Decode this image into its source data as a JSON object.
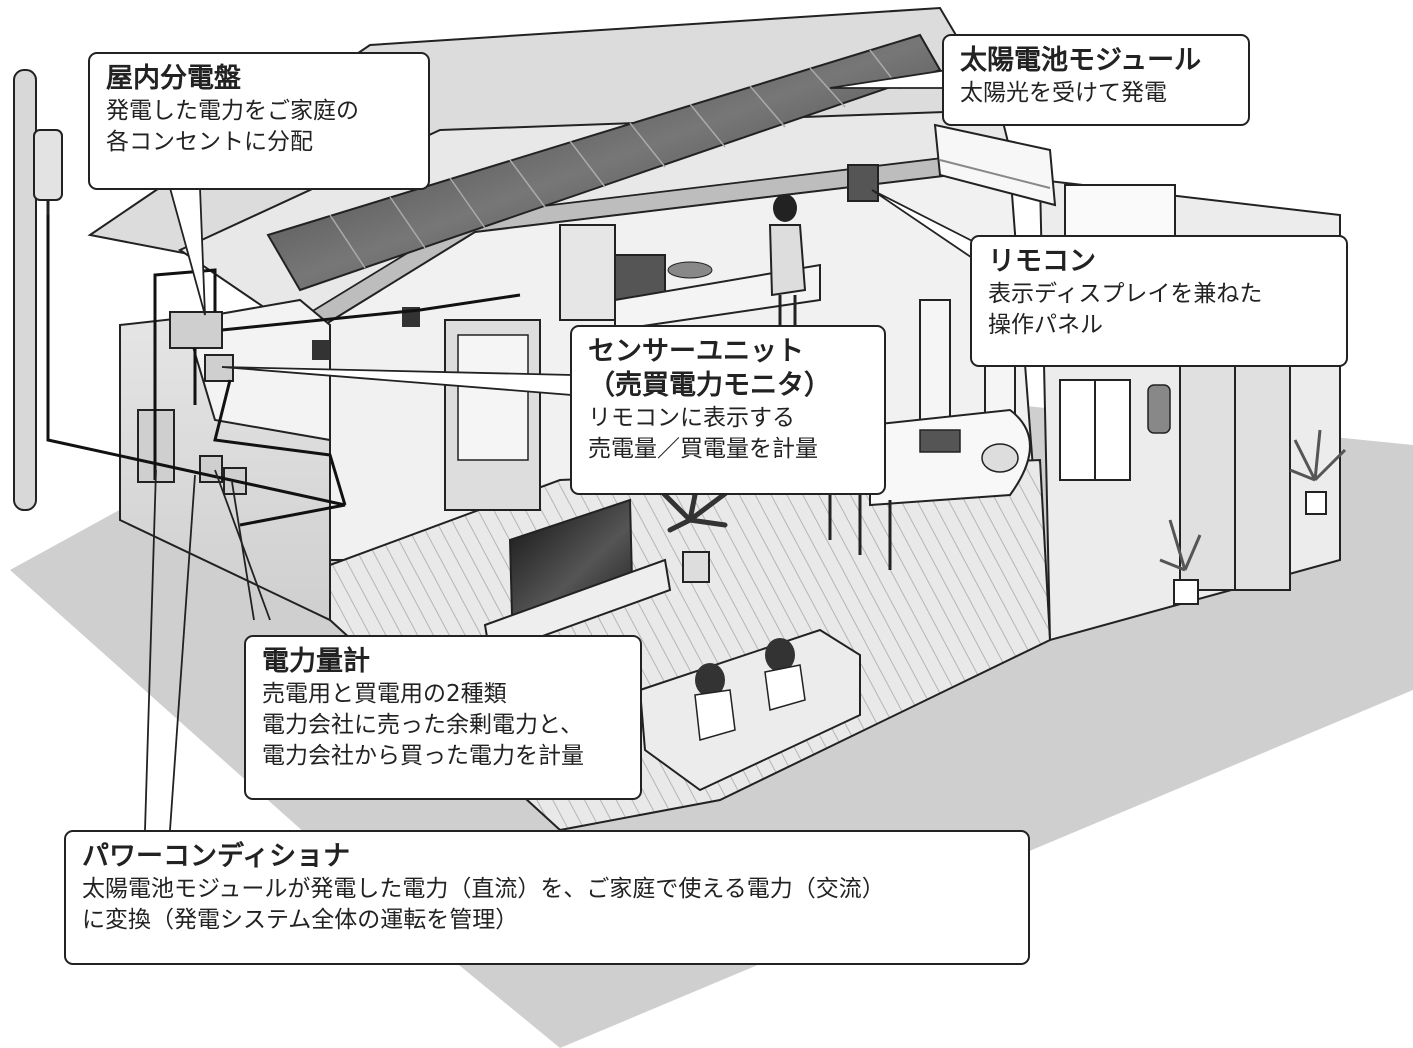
{
  "callouts": {
    "distribution_board": {
      "title": "屋内分電盤",
      "lines": [
        "発電した電力をご家庭の",
        "各コンセントに分配"
      ]
    },
    "solar_module": {
      "title": "太陽電池モジュール",
      "lines": [
        "太陽光を受けて発電"
      ]
    },
    "remote": {
      "title": "リモコン",
      "lines": [
        "表示ディスプレイを兼ねた",
        "操作パネル"
      ]
    },
    "sensor_unit": {
      "title_lines": [
        "センサーユニット",
        "（売買電力モニタ）"
      ],
      "lines": [
        "リモコンに表示する",
        "売電量／買電量を計量"
      ]
    },
    "power_meter": {
      "title": "電力量計",
      "lines": [
        "売電用と買電用の2種類",
        "電力会社に売った余剰電力と、",
        "電力会社から買った電力を計量"
      ]
    },
    "power_conditioner": {
      "title": "パワーコンディショナ",
      "lines": [
        "太陽電池モジュールが発電した電力（直流）を、ご家庭で使える電力（交流）",
        "に変換（発電システム全体の運転を管理）"
      ]
    }
  }
}
